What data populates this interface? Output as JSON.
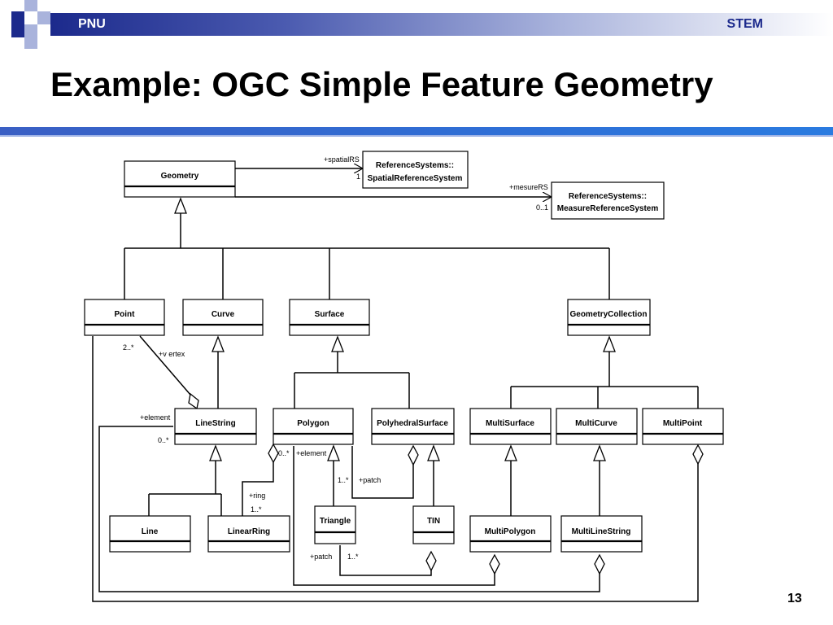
{
  "header": {
    "left_label": "PNU",
    "right_label": "STEM",
    "brand_color": "#1c2a8c"
  },
  "slide": {
    "title": "Example: OGC Simple Feature Geometry",
    "page_number": "13"
  },
  "diagram": {
    "classes": {
      "geometry": "Geometry",
      "spatial_rs_1": "ReferenceSystems::",
      "spatial_rs_2": "SpatialReferenceSystem",
      "measure_rs_1": "ReferenceSystems::",
      "measure_rs_2": "MeasureReferenceSystem",
      "point": "Point",
      "curve": "Curve",
      "surface": "Surface",
      "geometry_collection": "GeometryCollection",
      "line_string": "LineString",
      "polygon": "Polygon",
      "polyhedral_surface": "PolyhedralSurface",
      "multi_surface": "MultiSurface",
      "multi_curve": "MultiCurve",
      "multi_point": "MultiPoint",
      "line": "Line",
      "linear_ring": "LinearRing",
      "triangle": "Triangle",
      "tin": "TIN",
      "multi_polygon": "MultiPolygon",
      "multi_line_string": "MultiLineString"
    },
    "annotations": {
      "spatial_rs_role": "+spatialRS",
      "spatial_rs_mult": "1",
      "measure_rs_role": "+mesureRS",
      "measure_rs_mult": "0..1",
      "vertex_mult": "2..*",
      "vertex_role": "+v ertex",
      "element_role_ls": "+element",
      "element_mult_ls": "0..*",
      "polygon_ring_mult": "0..*",
      "polygon_element_role": "+element",
      "ring_role": "+ring",
      "ring_mult": "1..*",
      "patch_mult_poly": "1..*",
      "patch_role_poly": "+patch",
      "patch_role_tin": "+patch",
      "patch_mult_tin": "1..*"
    }
  }
}
